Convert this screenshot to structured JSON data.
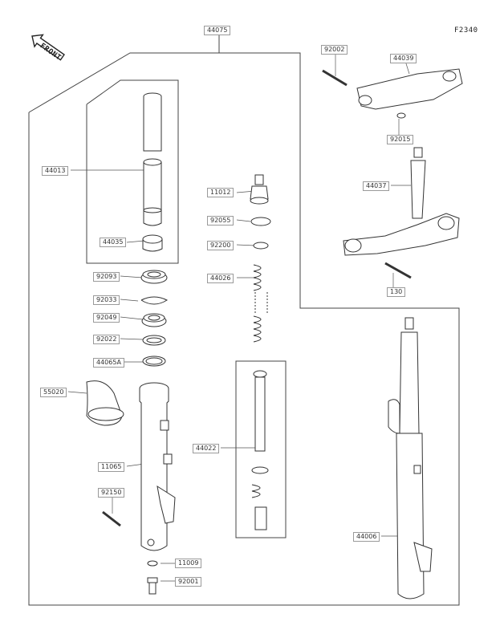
{
  "figure_code": "F2340",
  "front_label": "FRONT",
  "parts": {
    "p44075": "44075",
    "p44013": "44013",
    "p44035": "44035",
    "p92093": "92093",
    "p92033": "92033",
    "p92049": "92049",
    "p92022": "92022",
    "p44065A": "44065A",
    "p55020": "55020",
    "p11065": "11065",
    "p92150": "92150",
    "p11009": "11009",
    "p92001": "92001",
    "p11012": "11012",
    "p92055": "92055",
    "p92200": "92200",
    "p44026": "44026",
    "p44022": "44022",
    "p92002": "92002",
    "p44039": "44039",
    "p92015": "92015",
    "p44037": "44037",
    "p130": "130",
    "p44006": "44006"
  }
}
